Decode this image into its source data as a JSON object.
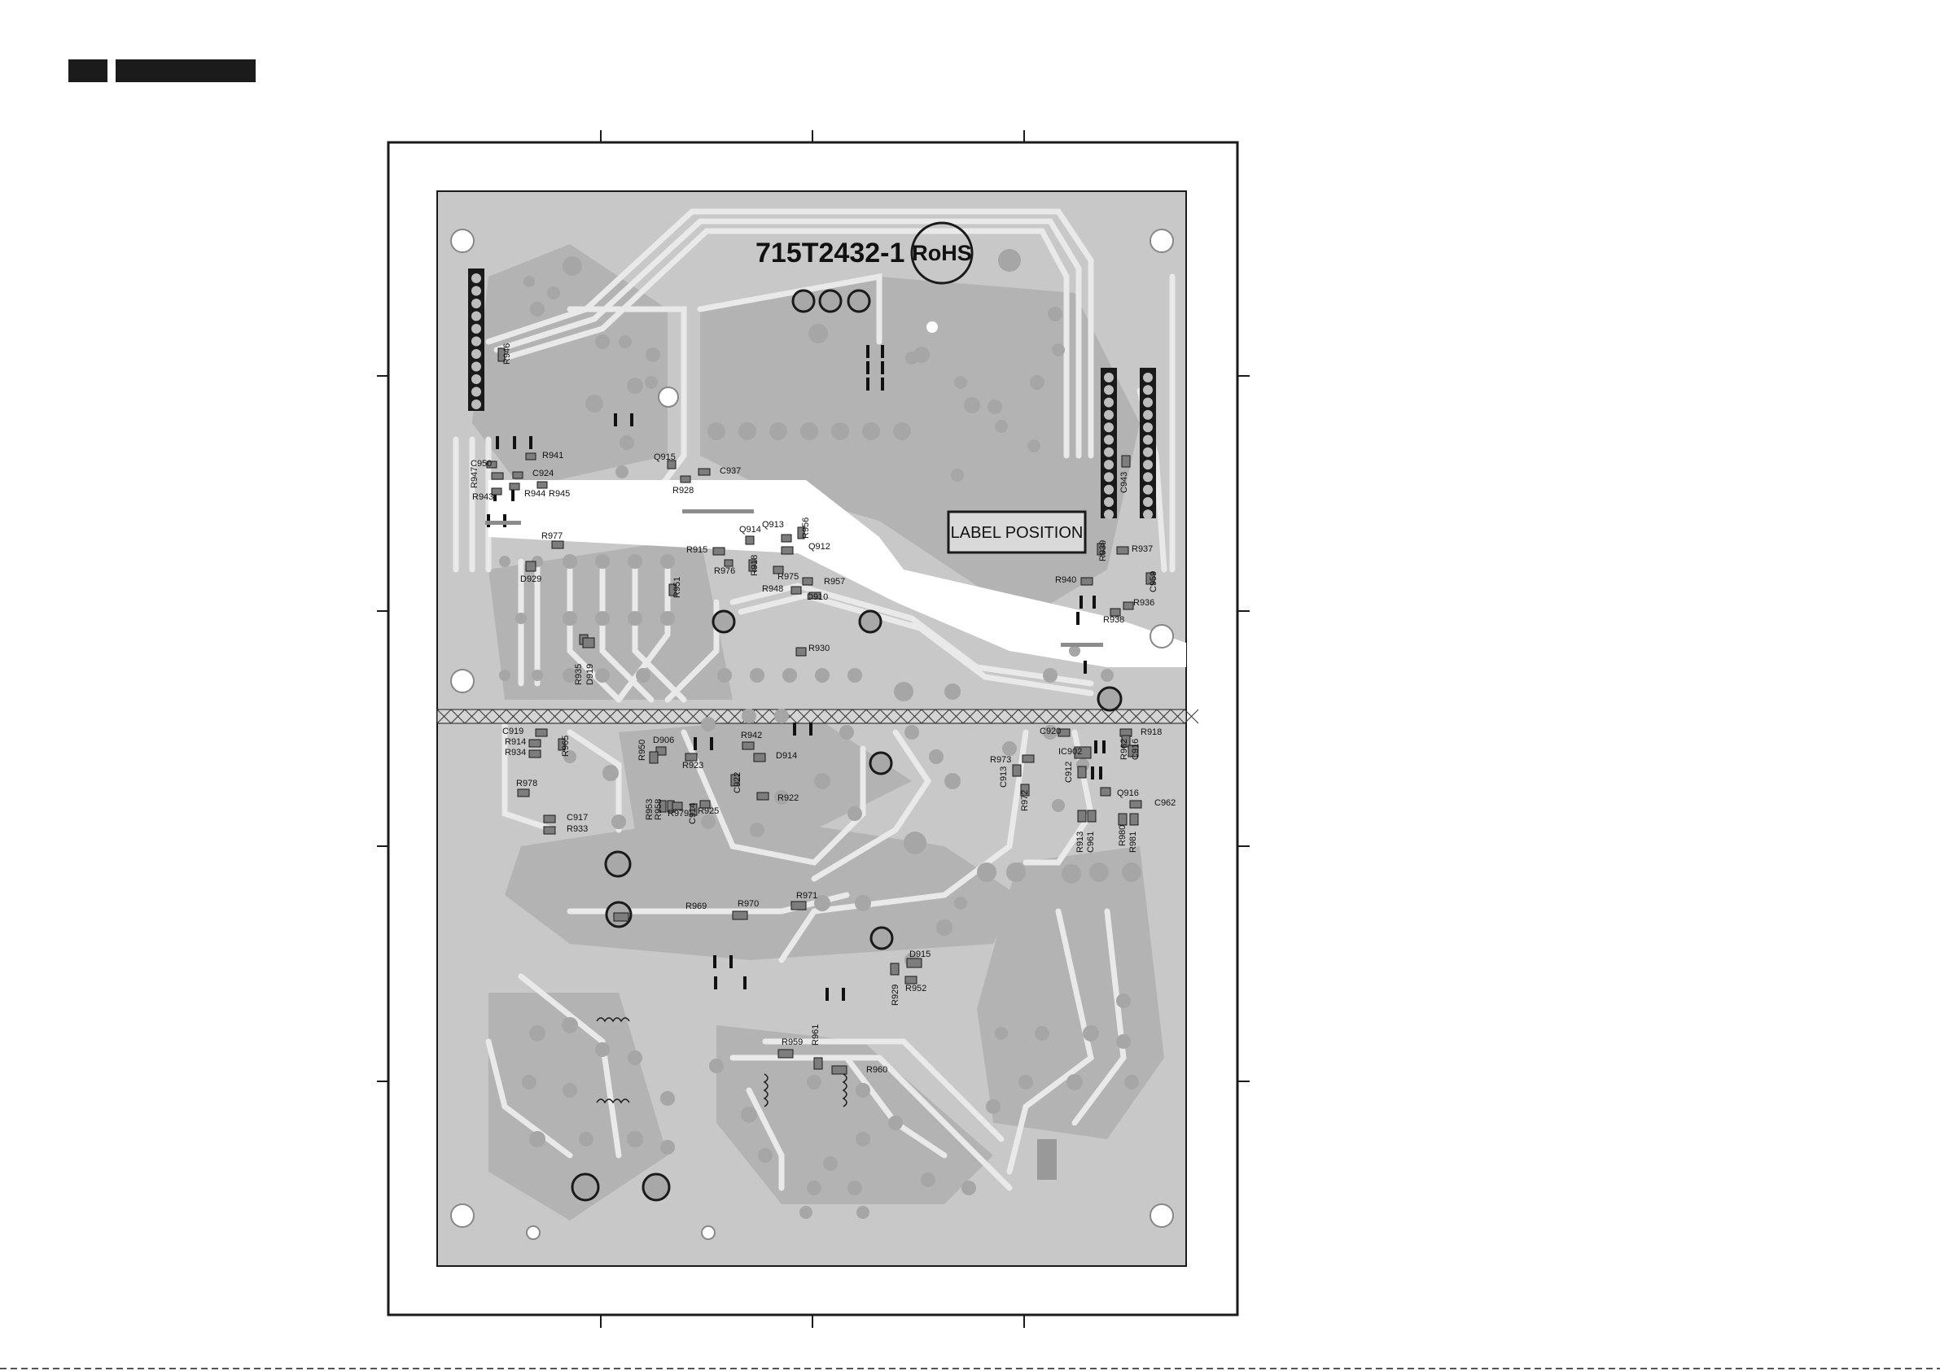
{
  "board": {
    "part_number": "715T2432-1",
    "rohs": "RoHS",
    "label_position": "LABEL POSITION",
    "colors": {
      "board": "#c8c8c8",
      "copper_dark": "#a9a9a9",
      "outline": "#1a1a1a"
    }
  },
  "components": [
    {
      "id": "r946",
      "ref": "R946"
    },
    {
      "id": "r941",
      "ref": "R941"
    },
    {
      "id": "c950",
      "ref": "C950"
    },
    {
      "id": "r947",
      "ref": "R947"
    },
    {
      "id": "c924",
      "ref": "C924"
    },
    {
      "id": "r943",
      "ref": "R943"
    },
    {
      "id": "r944",
      "ref": "R944"
    },
    {
      "id": "r945",
      "ref": "R945"
    },
    {
      "id": "q915",
      "ref": "Q915"
    },
    {
      "id": "c937",
      "ref": "C937"
    },
    {
      "id": "r928",
      "ref": "R928"
    },
    {
      "id": "r977",
      "ref": "R977"
    },
    {
      "id": "d929",
      "ref": "D929"
    },
    {
      "id": "q914",
      "ref": "Q914"
    },
    {
      "id": "q913",
      "ref": "Q913"
    },
    {
      "id": "r956",
      "ref": "R956"
    },
    {
      "id": "q912",
      "ref": "Q912"
    },
    {
      "id": "r915",
      "ref": "R915"
    },
    {
      "id": "r976",
      "ref": "R976"
    },
    {
      "id": "r918b",
      "ref": "R918"
    },
    {
      "id": "r975",
      "ref": "R975"
    },
    {
      "id": "r957",
      "ref": "R957"
    },
    {
      "id": "r948",
      "ref": "R948"
    },
    {
      "id": "d910",
      "ref": "D910"
    },
    {
      "id": "r951",
      "ref": "R951"
    },
    {
      "id": "r930",
      "ref": "R930"
    },
    {
      "id": "r935",
      "ref": "R935"
    },
    {
      "id": "d919",
      "ref": "D919"
    },
    {
      "id": "r939",
      "ref": "R939"
    },
    {
      "id": "r937",
      "ref": "R937"
    },
    {
      "id": "r940",
      "ref": "R940"
    },
    {
      "id": "c959",
      "ref": "C959"
    },
    {
      "id": "r936",
      "ref": "R936"
    },
    {
      "id": "r938",
      "ref": "R938"
    },
    {
      "id": "c943",
      "ref": "C943"
    },
    {
      "id": "c919",
      "ref": "C919"
    },
    {
      "id": "r914",
      "ref": "R914"
    },
    {
      "id": "r934",
      "ref": "R934"
    },
    {
      "id": "r965",
      "ref": "R965"
    },
    {
      "id": "r978",
      "ref": "R978"
    },
    {
      "id": "c917",
      "ref": "C917"
    },
    {
      "id": "r933",
      "ref": "R933"
    },
    {
      "id": "d906",
      "ref": "D906"
    },
    {
      "id": "r950",
      "ref": "R950"
    },
    {
      "id": "r923",
      "ref": "R923"
    },
    {
      "id": "r942",
      "ref": "R942"
    },
    {
      "id": "d914",
      "ref": "D914"
    },
    {
      "id": "c922",
      "ref": "C922"
    },
    {
      "id": "r922",
      "ref": "R922"
    },
    {
      "id": "r953",
      "ref": "R953"
    },
    {
      "id": "r958",
      "ref": "R958"
    },
    {
      "id": "r979",
      "ref": "R979"
    },
    {
      "id": "c914",
      "ref": "C914"
    },
    {
      "id": "r925",
      "ref": "R925"
    },
    {
      "id": "c920",
      "ref": "C920"
    },
    {
      "id": "r918",
      "ref": "R918"
    },
    {
      "id": "r973",
      "ref": "R973"
    },
    {
      "id": "ic902",
      "ref": "IC902"
    },
    {
      "id": "r962",
      "ref": "R962"
    },
    {
      "id": "c916",
      "ref": "C916"
    },
    {
      "id": "c913",
      "ref": "C913"
    },
    {
      "id": "c912",
      "ref": "C912"
    },
    {
      "id": "r972",
      "ref": "R972"
    },
    {
      "id": "q916",
      "ref": "Q916"
    },
    {
      "id": "c962",
      "ref": "C962"
    },
    {
      "id": "r913",
      "ref": "R913"
    },
    {
      "id": "c961",
      "ref": "C961"
    },
    {
      "id": "r980",
      "ref": "R980"
    },
    {
      "id": "r981",
      "ref": "R981"
    },
    {
      "id": "r969",
      "ref": "R969"
    },
    {
      "id": "r970",
      "ref": "R970"
    },
    {
      "id": "r971",
      "ref": "R971"
    },
    {
      "id": "d915",
      "ref": "D915"
    },
    {
      "id": "r929",
      "ref": "R929"
    },
    {
      "id": "r952",
      "ref": "R952"
    },
    {
      "id": "r959",
      "ref": "R959"
    },
    {
      "id": "r961",
      "ref": "R961"
    },
    {
      "id": "r960",
      "ref": "R960"
    }
  ]
}
